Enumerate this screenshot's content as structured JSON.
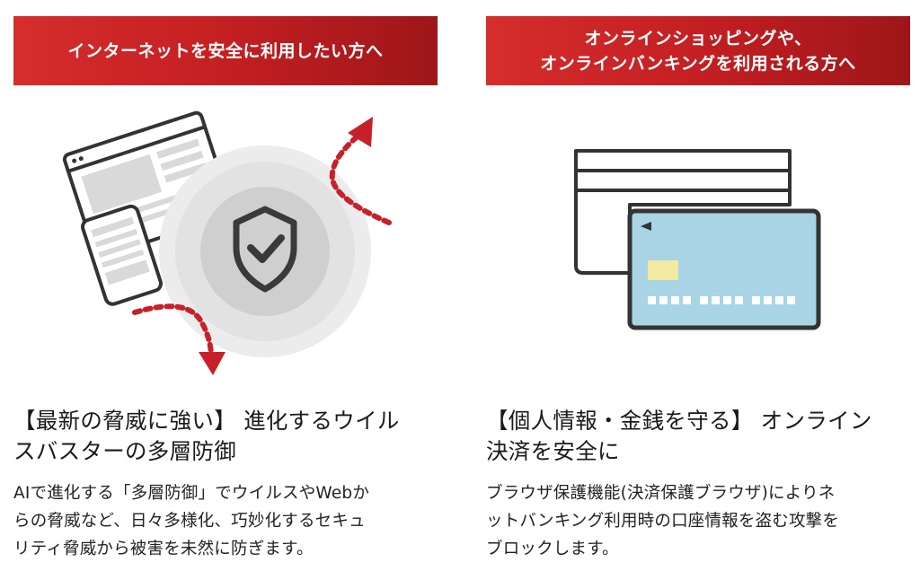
{
  "left_card": {
    "banner_lines": [
      "インターネットを安全に利用したい方へ"
    ],
    "title_lines": [
      "【最新の脅威に強い】 進化するウイル",
      "スバスターの多層防御"
    ],
    "desc_lines": [
      "AIで進化する「多層防御」でウイルスやWebか",
      "らの脅威など、日々多様化、巧妙化するセキュ",
      "リティ脅威から被害を未然に防ぎます。"
    ],
    "icons": [
      "laptop-icon",
      "smartphone-icon",
      "shield-check-icon",
      "threat-arrow-icon"
    ]
  },
  "right_card": {
    "banner_lines": [
      "オンラインショッピングや、",
      "オンラインバンキングを利用される方へ"
    ],
    "title_lines": [
      "【個人情報・金銭を守る】 オンライン",
      "決済を安全に"
    ],
    "desc_lines": [
      "ブラウザ保護機能(決済保護ブラウザ)によりネ",
      "ットバンキング利用時の口座情報を盗む攻撃を",
      "ブロックします。"
    ],
    "icons": [
      "credit-card-icon"
    ]
  },
  "colors": {
    "banner_red": "#c41f22",
    "arrow_red": "#c8202a",
    "card_blue": "#a8d4e6",
    "chip_yellow": "#f3e9a3",
    "outline_dark": "#333333"
  }
}
